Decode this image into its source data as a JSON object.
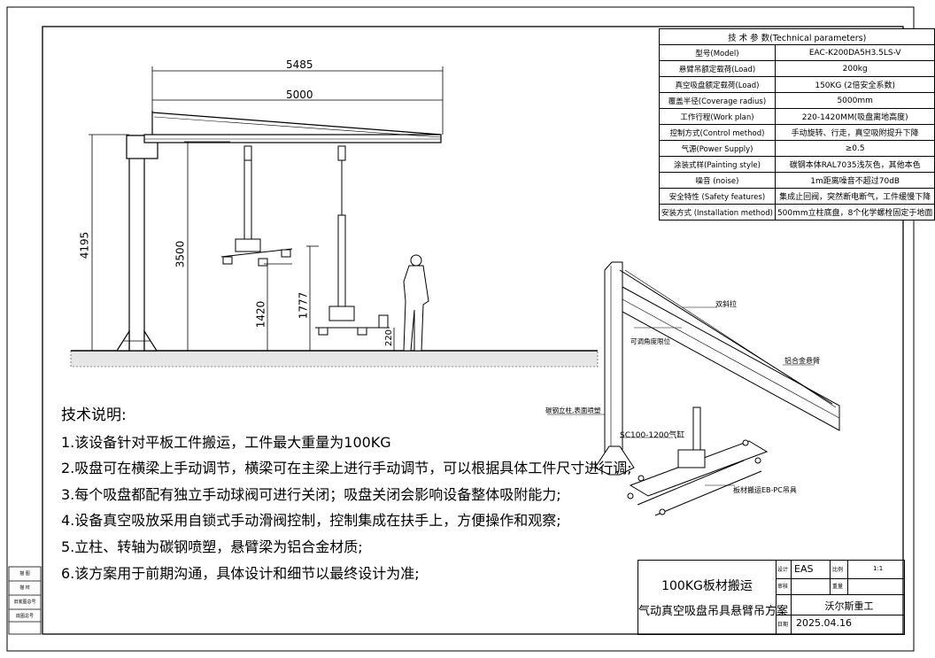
{
  "dimensions": {
    "overall_span": "5485",
    "beam_length": "5000",
    "total_height": "4195",
    "beam_height": "3500",
    "stroke_max": "1777",
    "stroke_min": "1420",
    "floor_offset": "220"
  },
  "tech_params": {
    "title": "技 术 参 数(Technical parameters)",
    "rows": [
      {
        "k": "型号(Model)",
        "v": "EAC-K200DA5H3.5LS-V"
      },
      {
        "k": "悬臂吊额定载荷(Load)",
        "v": "200kg"
      },
      {
        "k": "真空吸盘额定载荷(Load)",
        "v": "150KG (2倍安全系数)"
      },
      {
        "k": "覆盖半径(Coverage radius)",
        "v": "5000mm"
      },
      {
        "k": "工作行程(Work plan)",
        "v": "220-1420MM(吸盘离地高度)"
      },
      {
        "k": "控制方式(Control method)",
        "v": "手动旋转、行走，真空吸附提升下降"
      },
      {
        "k": "气源(Power Supply)",
        "v": "≥0.5"
      },
      {
        "k": "涂装式样(Painting style)",
        "v": "碳钢本体RAL7035浅灰色，其他本色"
      },
      {
        "k": "噪音 (noise)",
        "v": "1m距离噪音不超过70dB"
      },
      {
        "k": "安全特性 (Safety features)",
        "v": "集成止回阀，突然断电断气，工件缓慢下降"
      },
      {
        "k": "安装方式 (Installation method)",
        "v": "500mm立柱底盘，8个化学螺栓固定于地面"
      }
    ]
  },
  "callouts": {
    "double_rod": "双斜拉",
    "angle_limit": "可调角度限位",
    "aluminum_beam": "铝合金悬臂",
    "steel_column": "碳钢立柱,表面喷塑",
    "cylinder": "SC100-1200气缸",
    "spreader": "板材搬运EB-PC吊具"
  },
  "notes": {
    "title": "技术说明:",
    "items": [
      "1.该设备针对平板工件搬运，工件最大重量为100KG",
      "2.吸盘可在横梁上手动调节，横梁可在主梁上进行手动调节，可以根据具体工件尺寸进行调;",
      "3.每个吸盘都配有独立手动球阀可进行关闭；吸盘关闭会影响设备整体吸附能力;",
      "4.设备真空吸放采用自锁式手动滑阀控制，控制集成在扶手上，方便操作和观察;",
      "5.立柱、转轴为碳钢喷塑，悬臂梁为铝合金材质;",
      "6.该方案用于前期沟通，具体设计和细节以最终设计为准;"
    ]
  },
  "title_block": {
    "line1": "100KG板材搬运",
    "line2": "气动真空吸盘吊具悬臂吊方案",
    "designer_label": "设计",
    "designer": "EAS",
    "scale_label": "比例",
    "scale": "1:1",
    "review_label": "审核",
    "weight_label": "重量",
    "company": "沃尔斯重工",
    "date_label": "日期",
    "date": "2025.04.16"
  },
  "side_block": [
    "描 图",
    "描 校",
    "旧底图总号",
    "底图总号"
  ]
}
